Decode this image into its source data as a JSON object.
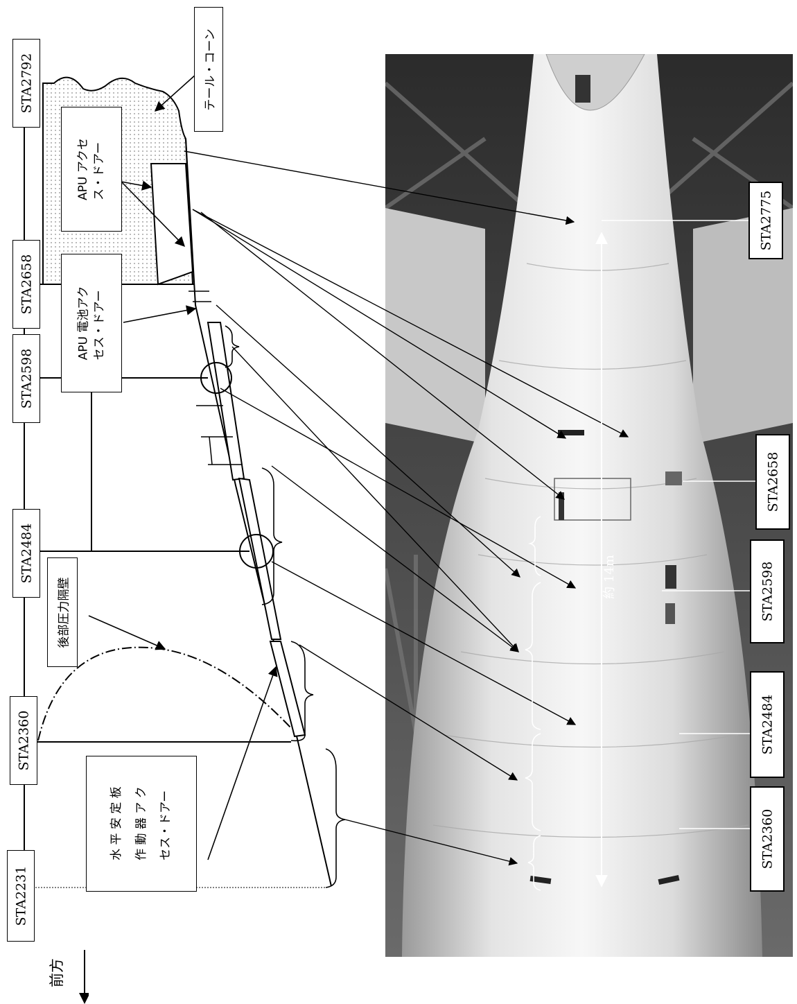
{
  "stations_top": [
    "STA2231",
    "STA2360",
    "STA2484",
    "STA2598",
    "STA2658",
    "STA2792"
  ],
  "stations_photo": [
    "STA2775",
    "STA2658",
    "STA2598",
    "STA2484",
    "STA2360"
  ],
  "labels": {
    "tail_cone": "テール・コーン",
    "apu_access_door": [
      "APU アクセ",
      "ス・ドアー"
    ],
    "apu_battery_door": [
      "APU 電池アク",
      "セス・ドアー"
    ],
    "aft_pressure_bulkhead": "後部圧力隔壁",
    "stabilizer_actuator_door": [
      "水 平 安 定 板",
      "作 動 器 ア ク",
      "セス・ドアー"
    ],
    "length": "約 14m",
    "forward": "前方"
  },
  "colors": {
    "ink": "#000000",
    "dots": "#b0b0b0",
    "photo_dark": "#2a2a2a",
    "photo_light": "#f2f2f2"
  }
}
